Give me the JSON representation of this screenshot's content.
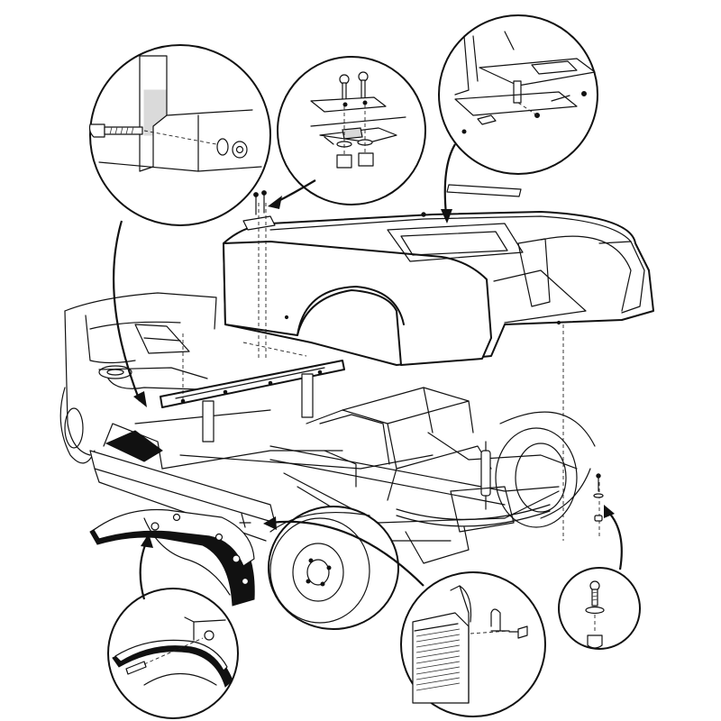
{
  "figure": {
    "subject": "golf-car-rear-body-exploded-view",
    "colors": {
      "line": "#111111",
      "background": "#ffffff",
      "fill_dark": "#111111",
      "fill_light": "#d8d8d8"
    },
    "detail_callouts": [
      {
        "id": "side-panel-bolt",
        "icon": "bolt-nut-detail"
      },
      {
        "id": "hinge-plate-bolts",
        "icon": "plate-bolts-detail"
      },
      {
        "id": "seat-support-tab",
        "icon": "seat-tab-detail"
      },
      {
        "id": "fender-liner-screw",
        "icon": "fender-screw-detail"
      },
      {
        "id": "rear-bracket-bolt",
        "icon": "bracket-bolt-detail"
      },
      {
        "id": "rear-mount-bolt",
        "icon": "mount-bolt-detail"
      }
    ]
  }
}
